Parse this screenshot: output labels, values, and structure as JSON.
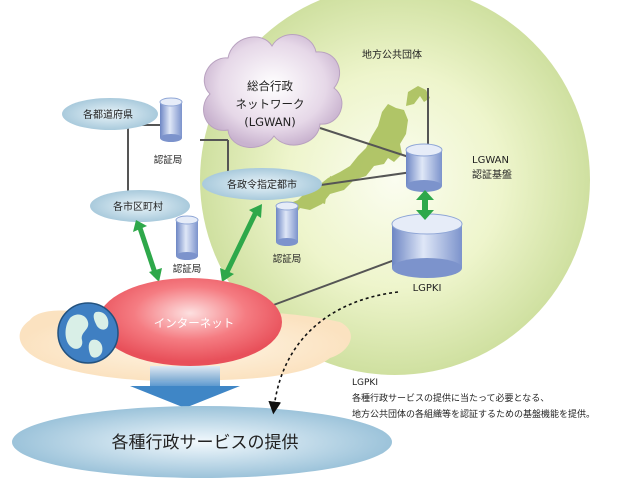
{
  "labels": {
    "local_gov": "地方公共団体",
    "lgwan_line1": "総合行政",
    "lgwan_line2": "ネットワーク",
    "lgwan_line3": "(LGWAN)",
    "prefectures": "各都道府県",
    "municipalities": "各市区町村",
    "designated_cities": "各政令指定都市",
    "cert_authority": "認証局",
    "lgwan_infra_line1": "LGWAN",
    "lgwan_infra_line2": "認証基盤",
    "lgpki": "LGPKI",
    "internet": "インターネット",
    "services": "各種行政サービスの提供"
  },
  "caption": {
    "title": "LGPKI",
    "line1": "各種行政サービスの提供に当たって必要となる、",
    "line2": "地方公共団体の各組織等を認証するための基盤機能を提供。"
  },
  "colors": {
    "glow_center": "#f4f8dc",
    "glow_edge": "#cfe0a0",
    "cloud": "#d8c6dc",
    "ellipse_blue": "#bcd7e6",
    "cylinder": "#8fa6d6",
    "internet_red": "#f06a72",
    "arrow_green": "#2ea84a",
    "line": "#555555"
  }
}
